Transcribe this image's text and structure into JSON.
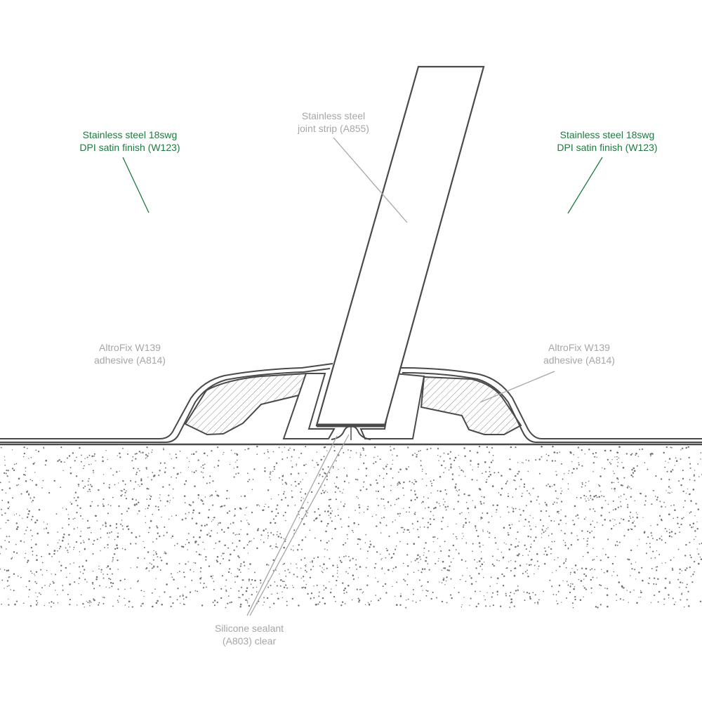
{
  "labels": {
    "steel_sheet_left": {
      "line1": "Stainless steel 18swg",
      "line2": "DPI satin finish (W123)"
    },
    "steel_sheet_right": {
      "line1": "Stainless steel 18swg",
      "line2": "DPI satin finish (W123)"
    },
    "joint_strip": {
      "line1": "Stainless steel",
      "line2": "joint strip (A855)"
    },
    "adhesive_left": {
      "line1": "AltroFix W139",
      "line2": "adhesive (A814)"
    },
    "adhesive_right": {
      "line1": "AltroFix W139",
      "line2": "adhesive (A814)"
    },
    "sealant": {
      "line1": "Silicone sealant",
      "line2": "(A803) clear"
    }
  },
  "colors": {
    "outline": "#4a4a4a",
    "callout_green": "#1e7a3e",
    "callout_grey": "#a6a6a6",
    "concrete_dot": "#6e6e6e",
    "hatch": "#8a8a8a"
  }
}
